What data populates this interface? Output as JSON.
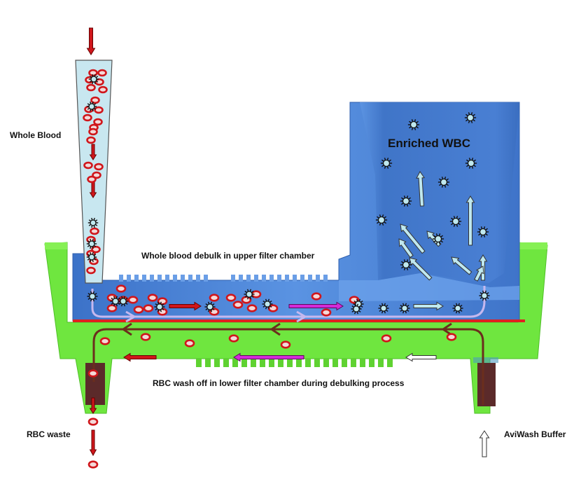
{
  "labels": {
    "whole_blood": "Whole Blood",
    "enriched_wbc": "Enriched WBC",
    "upper_chamber": "Whole blood debulk in upper filter chamber",
    "lower_chamber": "RBC wash off in lower filter chamber during debulking process",
    "rbc_waste": "RBC waste",
    "aviwash_buffer": "AviWash Buffer"
  },
  "colors": {
    "green_housing": "#6fe63f",
    "blue_chamber": "#4f86d9",
    "funnel_fill": "#c8e7f0",
    "rbc_red": "#d0161b",
    "membrane_red": "#e02020",
    "flow_brown": "#6b2e1d",
    "flow_magenta": "#d42ad9",
    "wbc_fill": "#bfe8ef",
    "port_dark": "#5b2a2a"
  }
}
